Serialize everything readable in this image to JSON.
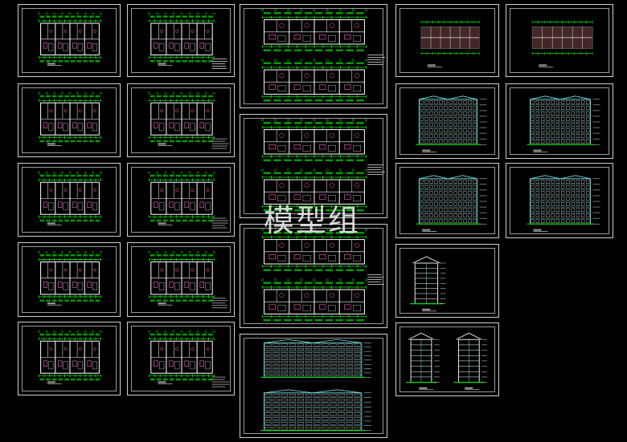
{
  "watermark": "模型组",
  "colors": {
    "background": "#000000",
    "frame": "#cfcfcf",
    "wall": "#ffffff",
    "dimension": "#00e000",
    "annotation": "#e0e0e0",
    "furniture": "#ff66cc",
    "elevation": "#6fe0e0",
    "roof": "#c07070"
  },
  "sheets": [
    {
      "id": "plan-1",
      "kind": "plan"
    },
    {
      "id": "plan-2",
      "kind": "plan"
    },
    {
      "id": "plan-3",
      "kind": "plan"
    },
    {
      "id": "plan-4",
      "kind": "plan"
    },
    {
      "id": "plan-5",
      "kind": "plan"
    },
    {
      "id": "plan-6",
      "kind": "plan"
    },
    {
      "id": "plan-7",
      "kind": "plan"
    },
    {
      "id": "plan-8",
      "kind": "plan"
    },
    {
      "id": "plan-9",
      "kind": "plan"
    },
    {
      "id": "plan-10",
      "kind": "plan"
    },
    {
      "id": "wide-plan-1",
      "kind": "double-plan"
    },
    {
      "id": "wide-plan-2",
      "kind": "double-plan"
    },
    {
      "id": "wide-plan-3",
      "kind": "double-plan"
    },
    {
      "id": "wide-elevation-1",
      "kind": "double-elevation"
    },
    {
      "id": "roof-plan-1",
      "kind": "roof"
    },
    {
      "id": "roof-plan-2",
      "kind": "roof"
    },
    {
      "id": "elevation-1",
      "kind": "elevation"
    },
    {
      "id": "elevation-2",
      "kind": "elevation"
    },
    {
      "id": "elevation-3",
      "kind": "elevation"
    },
    {
      "id": "elevation-4",
      "kind": "elevation"
    },
    {
      "id": "section-1",
      "kind": "section"
    },
    {
      "id": "section-2",
      "kind": "double-section"
    }
  ]
}
